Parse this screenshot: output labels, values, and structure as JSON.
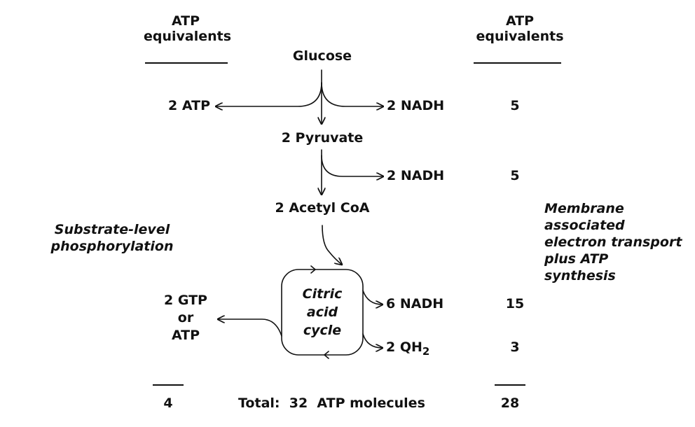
{
  "headers": {
    "left_top": "ATP",
    "left_bottom": "equivalents",
    "right_top": "ATP",
    "right_bottom": "equivalents"
  },
  "metabolites": {
    "glucose": "Glucose",
    "pyruvate": "2 Pyruvate",
    "acetyl_coa": "2 Acetyl CoA",
    "cycle_line1": "Citric",
    "cycle_line2": "acid",
    "cycle_line3": "cycle"
  },
  "products": {
    "atp_glycolysis": "2 ATP",
    "nadh_glycolysis": "2 NADH",
    "nadh_pdh": "2 NADH",
    "nadh_cycle": "6 NADH",
    "qh2_prefix": "2 QH",
    "qh2_sub": "2",
    "gtp_line1": "2 GTP",
    "gtp_line2": "or",
    "gtp_line3": "ATP"
  },
  "equivalents": {
    "glycolysis_nadh": "5",
    "pdh_nadh": "5",
    "cycle_nadh": "15",
    "cycle_qh2": "3"
  },
  "labels": {
    "substrate_line1": "Substrate-level",
    "substrate_line2": "phosphorylation",
    "membrane_line1": "Membrane",
    "membrane_line2": "associated",
    "membrane_line3": "electron transport",
    "membrane_line4": "plus ATP",
    "membrane_line5": "synthesis"
  },
  "totals": {
    "left": "4",
    "middle": "Total:  32  ATP molecules",
    "right": "28"
  }
}
